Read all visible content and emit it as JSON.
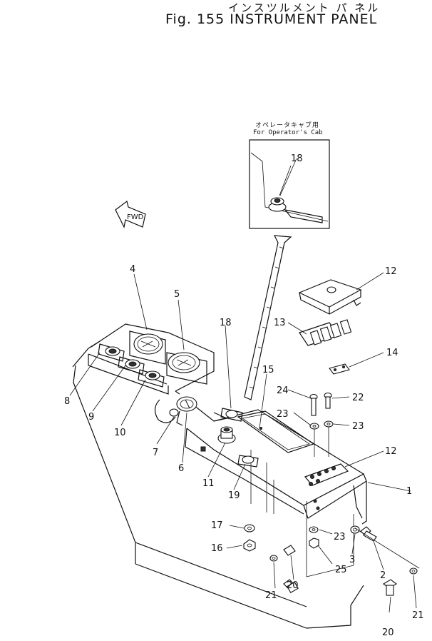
{
  "header": {
    "title_jp": "インスツルメント パ ネル",
    "title_en": "Fig. 155 INSTRUMENT PANEL"
  },
  "inset": {
    "caption_jp": "オペレータキャブ用",
    "caption_en": "For Operator's Cab"
  },
  "fwd_label": "FWD",
  "callouts": [
    {
      "label": "1"
    },
    {
      "label": "2"
    },
    {
      "label": "3"
    },
    {
      "label": "4"
    },
    {
      "label": "5"
    },
    {
      "label": "6"
    },
    {
      "label": "7"
    },
    {
      "label": "8"
    },
    {
      "label": "9"
    },
    {
      "label": "10"
    },
    {
      "label": "11"
    },
    {
      "label": "12"
    },
    {
      "label": "12"
    },
    {
      "label": "13"
    },
    {
      "label": "14"
    },
    {
      "label": "15"
    },
    {
      "label": "16"
    },
    {
      "label": "17"
    },
    {
      "label": "18"
    },
    {
      "label": "18"
    },
    {
      "label": "19"
    },
    {
      "label": "20"
    },
    {
      "label": "20"
    },
    {
      "label": "21"
    },
    {
      "label": "21"
    },
    {
      "label": "22"
    },
    {
      "label": "23"
    },
    {
      "label": "23"
    },
    {
      "label": "23"
    },
    {
      "label": "24"
    },
    {
      "label": "25"
    }
  ]
}
